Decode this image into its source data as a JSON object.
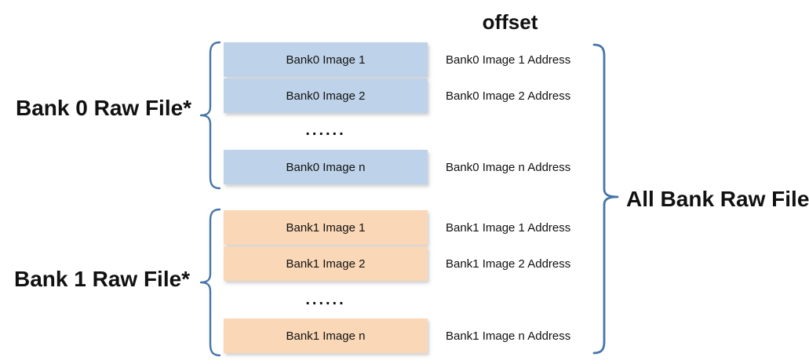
{
  "diagram": {
    "offset_heading": "offset",
    "all_bank_label": "All Bank Raw File",
    "ellipsis": "......",
    "colors": {
      "bank0_box_fill": "#BED3E9",
      "bank1_box_fill": "#FAD7B6",
      "brace_stroke": "#4575A9",
      "text": "#111111"
    },
    "bank0": {
      "label": "Bank 0 Raw File*",
      "boxes": [
        "Bank0 Image 1",
        "Bank0 Image 2",
        "Bank0 Image n"
      ],
      "addresses": [
        "Bank0 Image 1 Address",
        "Bank0 Image 2 Address",
        "Bank0 Image n Address"
      ]
    },
    "bank1": {
      "label": "Bank 1 Raw File*",
      "boxes": [
        "Bank1 Image 1",
        "Bank1 Image 2",
        "Bank1 Image n"
      ],
      "addresses": [
        "Bank1 Image 1 Address",
        "Bank1 Image 2 Address",
        "Bank1 Image n Address"
      ]
    }
  }
}
